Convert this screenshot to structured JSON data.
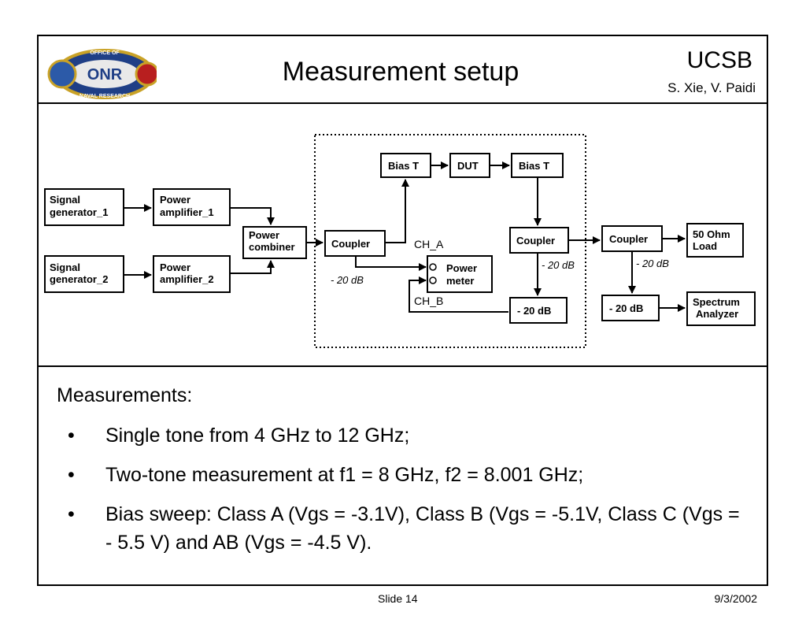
{
  "header": {
    "title": "Measurement setup",
    "org": "UCSB",
    "authors": "S. Xie, V. Paidi",
    "logo_text_top": "OFFICE OF",
    "logo_text_mid": "ONR",
    "logo_text_bottom": "NAVAL RESEARCH"
  },
  "diagram": {
    "blocks": {
      "sig1": [
        "Signal",
        "generator_1"
      ],
      "sig2": [
        "Signal",
        "generator_2"
      ],
      "amp1": [
        "Power",
        "amplifier_1"
      ],
      "amp2": [
        "Power",
        "amplifier_2"
      ],
      "combiner": [
        "Power",
        "combiner"
      ],
      "coupler1": "Coupler",
      "biast1": "Bias T",
      "dut": "DUT",
      "biast2": "Bias T",
      "powermeter": [
        "Power",
        "meter"
      ],
      "coupler2": "Coupler",
      "att1": "- 20 dB",
      "coupler3": "Coupler",
      "load": [
        "50 Ohm",
        "Load"
      ],
      "att2": "- 20 dB",
      "spectrum": [
        "Spectrum",
        "Analyzer"
      ]
    },
    "labels": {
      "ch_a": "CH_A",
      "ch_b": "CH_B",
      "coupler1_att": "- 20 dB",
      "coupler2_att": "- 20 dB",
      "coupler3_att": "- 20 dB"
    }
  },
  "measurements": {
    "heading": "Measurements:",
    "bullet_char": "•",
    "items": [
      "Single tone from 4 GHz to 12 GHz;",
      "Two-tone measurement at f1 = 8 GHz, f2 = 8.001 GHz;",
      "Bias sweep: Class A (Vgs = -3.1V), Class B (Vgs = -5.1V, Class C (Vgs = - 5.5 V) and AB (Vgs = -4.5 V)."
    ]
  },
  "footer": {
    "slide": "Slide 14",
    "date": "9/3/2002"
  }
}
